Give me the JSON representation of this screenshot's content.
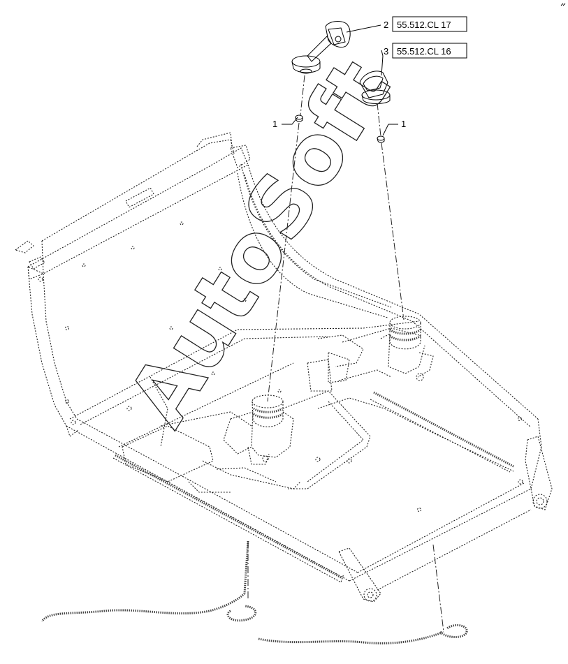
{
  "callouts": [
    {
      "num": "2",
      "ref": "55.512.CL 17"
    },
    {
      "num": "3",
      "ref": "55.512.CL 16"
    },
    {
      "num": "1"
    },
    {
      "num": "1"
    }
  ],
  "watermark": "AutoSoft"
}
